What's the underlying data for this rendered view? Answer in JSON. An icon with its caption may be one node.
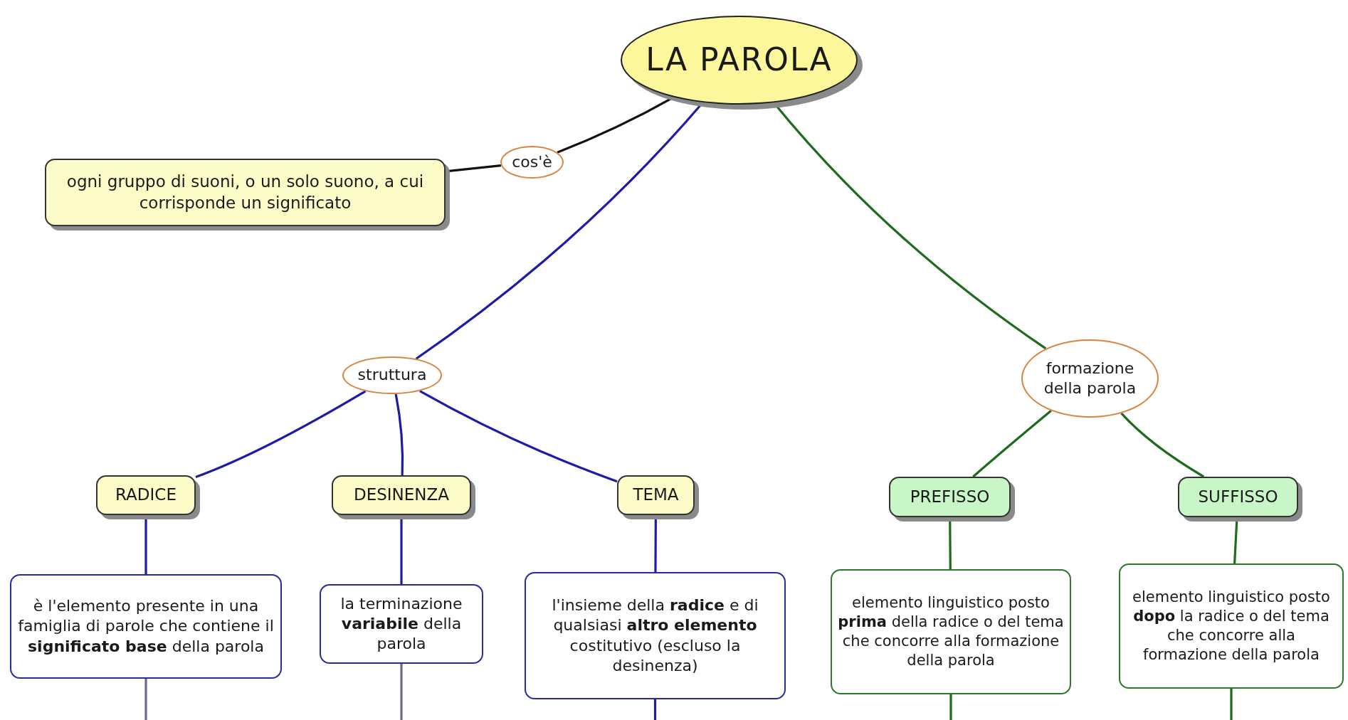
{
  "diagram": {
    "nodes": [
      {
        "text": [
          "LA PAROLA"
        ]
      },
      {
        "text": [
          "cos'è"
        ]
      },
      {
        "text": [
          "ogni gruppo di suoni, o un solo suono, a cui corrisponde un significato"
        ]
      },
      {
        "text": [
          "struttura"
        ]
      },
      {
        "text": [
          "formazione della parola"
        ]
      },
      {
        "text": [
          "RADICE"
        ]
      },
      {
        "text": [
          "DESINENZA"
        ]
      },
      {
        "text": [
          "TEMA"
        ]
      },
      {
        "text": [
          "PREFISSO"
        ]
      },
      {
        "text": [
          "SUFFISSO"
        ]
      },
      {
        "text": [
          "è l'elemento presente in una famiglia di parole che contiene il **significato base** della parola"
        ]
      },
      {
        "text": [
          "la terminazione **variabile** della parola"
        ]
      },
      {
        "text": [
          "l'insieme della **radice** e di qualsiasi **altro elemento** costitutivo (escluso la desinenza)"
        ]
      },
      {
        "text": [
          "elemento linguistico posto **prima** della radice o del tema che concorre alla formazione della parola"
        ]
      },
      {
        "text": [
          "elemento linguistico posto **dopo** la radice o del tema che concorre alla formazione della parola"
        ]
      }
    ],
    "edges": [
      {
        "from": 0,
        "to": 1,
        "arrow": "none",
        "color": "#111111"
      },
      {
        "from": 1,
        "to": 2,
        "arrow": "none",
        "color": "#111111"
      },
      {
        "from": 0,
        "to": 3,
        "arrow": "none",
        "color": "#1c1ca6"
      },
      {
        "from": 0,
        "to": 4,
        "arrow": "none",
        "color": "#1e6b1e"
      },
      {
        "from": 3,
        "to": 5,
        "arrow": "none",
        "color": "#1c1ca6"
      },
      {
        "from": 3,
        "to": 6,
        "arrow": "none",
        "color": "#1c1ca6"
      },
      {
        "from": 3,
        "to": 7,
        "arrow": "none",
        "color": "#1c1ca6"
      },
      {
        "from": 4,
        "to": 8,
        "arrow": "none",
        "color": "#1e6b1e"
      },
      {
        "from": 4,
        "to": 9,
        "arrow": "none",
        "color": "#1e6b1e"
      },
      {
        "from": 5,
        "to": 10,
        "arrow": "none",
        "color": "#1c1ca6"
      },
      {
        "from": 6,
        "to": 11,
        "arrow": "none",
        "color": "#1c1ca6"
      },
      {
        "from": 7,
        "to": 12,
        "arrow": "none",
        "color": "#1c1ca6"
      },
      {
        "from": 8,
        "to": 13,
        "arrow": "none",
        "color": "#1e6b1e"
      },
      {
        "from": 9,
        "to": 14,
        "arrow": "none",
        "color": "#1e6b1e"
      },
      {
        "from": 10,
        "to": null,
        "arrow": "none",
        "color": "#6a6a88"
      },
      {
        "from": 11,
        "to": null,
        "arrow": "none",
        "color": "#6a6a88"
      },
      {
        "from": 12,
        "to": null,
        "arrow": "none",
        "color": "#1c1ca6"
      },
      {
        "from": 13,
        "to": null,
        "arrow": "none",
        "color": "#1e6b1e"
      },
      {
        "from": 14,
        "to": null,
        "arrow": "none",
        "color": "#1e6b1e"
      }
    ]
  }
}
